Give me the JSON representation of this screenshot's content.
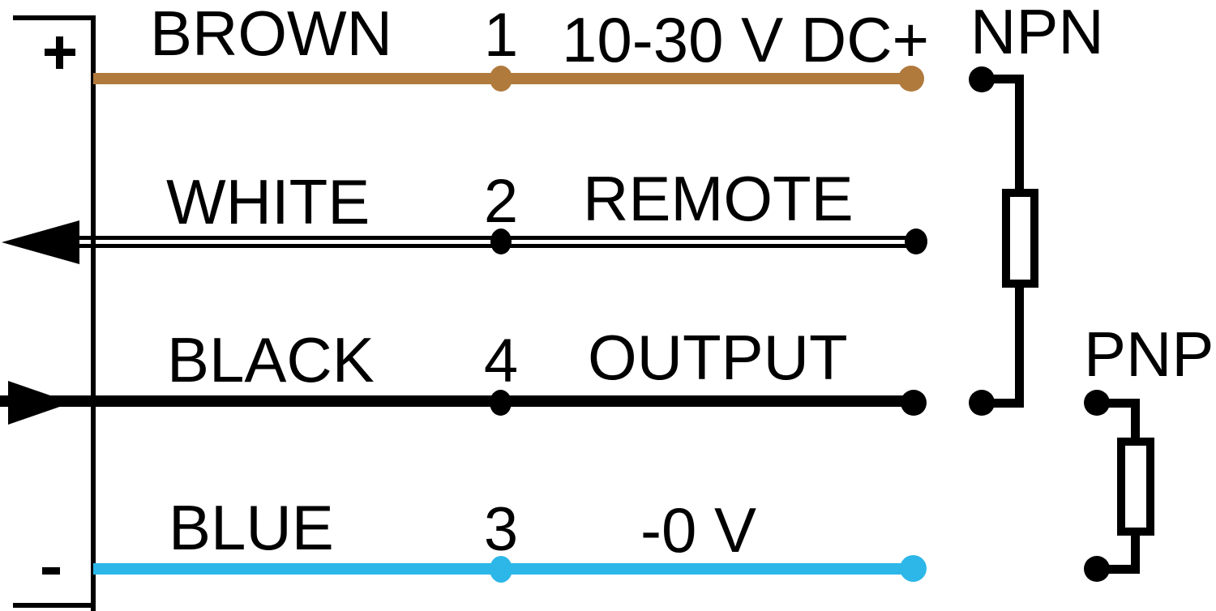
{
  "diagram": {
    "device": {
      "positive_terminal": "+",
      "negative_terminal": "-"
    },
    "wires": [
      {
        "label": "BROWN",
        "pin": "1",
        "function": "10-30 V DC+",
        "color": "#B07A3C"
      },
      {
        "label": "WHITE",
        "pin": "2",
        "function": "REMOTE",
        "color": "#FFFFFF"
      },
      {
        "label": "BLACK",
        "pin": "4",
        "function": "OUTPUT",
        "color": "#000000"
      },
      {
        "label": "BLUE",
        "pin": "3",
        "function": "-0 V",
        "color": "#2CB7E8"
      }
    ],
    "output_types": [
      {
        "label": "NPN"
      },
      {
        "label": "PNP"
      }
    ],
    "colors": {
      "line": "#000000",
      "background": "#FFFFFF"
    }
  }
}
